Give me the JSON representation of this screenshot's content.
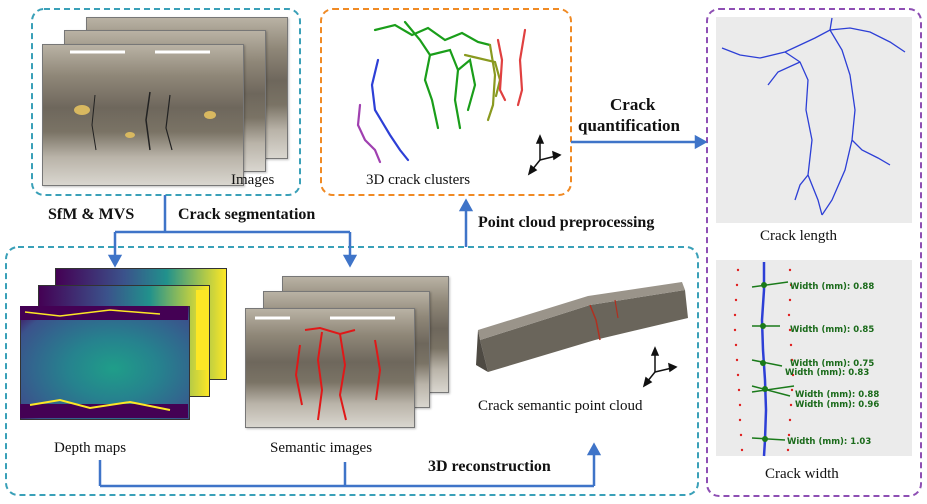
{
  "labels": {
    "images": "Images",
    "clusters": "3D crack clusters",
    "quantification_line1": "Crack",
    "quantification_line2": "quantification",
    "sfm": "SfM & MVS",
    "segmentation": "Crack segmentation",
    "preprocessing": "Point cloud preprocessing",
    "depth_maps": "Depth maps",
    "semantic_images": "Semantic images",
    "point_cloud": "Crack semantic point cloud",
    "reconstruction": "3D reconstruction",
    "crack_length": "Crack length",
    "crack_width": "Crack width"
  },
  "width_annotations": [
    "Width (mm): 0.88",
    "Width (mm): 0.85",
    "Width (mm): 0.75",
    "Width (mm): 0.83",
    "Width (mm): 0.88",
    "Width (mm): 0.96",
    "Width (mm): 1.03"
  ],
  "colors": {
    "teal_dashed": "#3aa0b8",
    "orange_dashed": "#f08a24",
    "purple_dashed": "#8e4fb4",
    "arrow_blue": "#3f74c8",
    "crack_blue": "#2d3fd6",
    "crack_green": "#1a9e1a",
    "crack_red": "#d62020",
    "width_green": "#1a7a1a"
  }
}
